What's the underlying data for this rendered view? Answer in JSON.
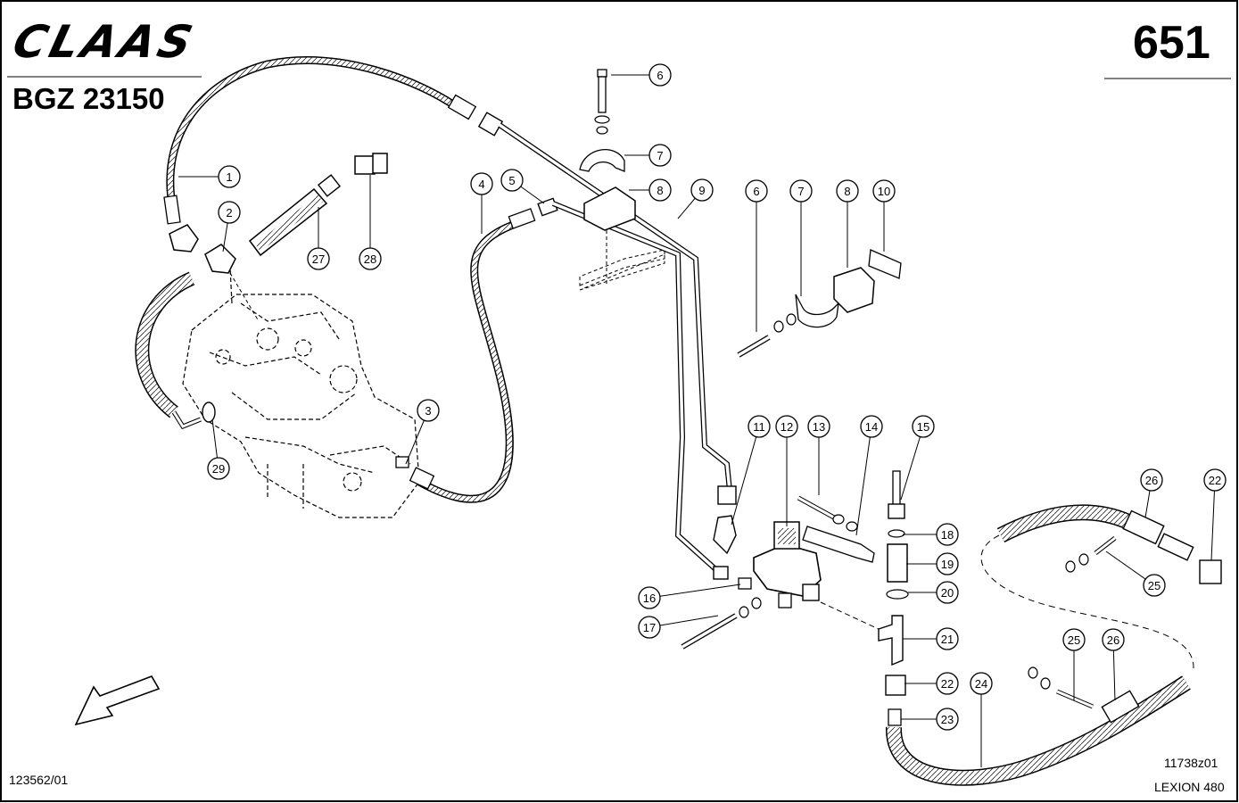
{
  "header": {
    "logo_text": "CLAAS",
    "reference": "BGZ 23150",
    "page_number": "651"
  },
  "footer": {
    "document_code": "123562/01",
    "drawing_code": "11738z01",
    "model": "LEXION 480"
  },
  "callouts": [
    "1",
    "2",
    "3",
    "4",
    "5",
    "6",
    "7",
    "8",
    "9",
    "10",
    "11",
    "12",
    "13",
    "14",
    "15",
    "16",
    "17",
    "18",
    "19",
    "20",
    "21",
    "22",
    "23",
    "24",
    "25",
    "26",
    "27",
    "28",
    "29"
  ]
}
